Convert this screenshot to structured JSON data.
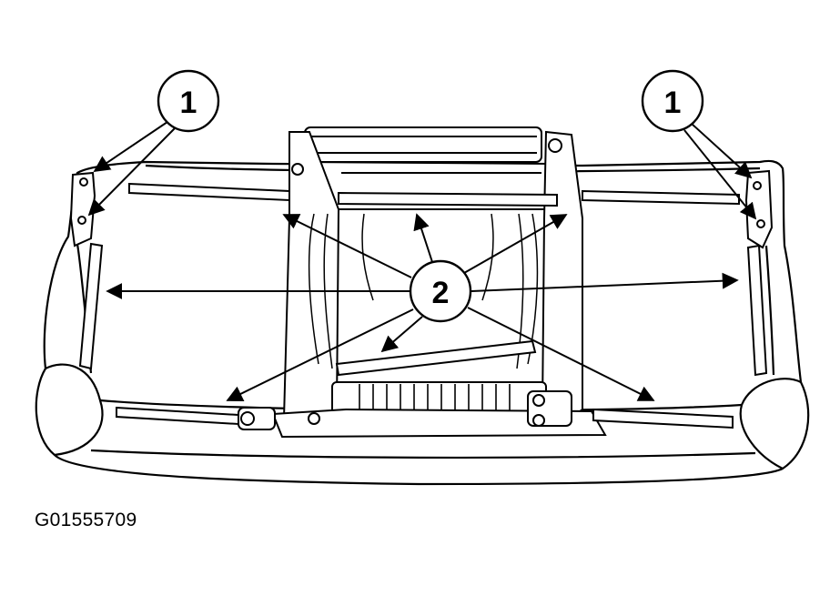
{
  "figure_id": "G01555709",
  "callouts": {
    "one_left": "1",
    "one_right": "1",
    "two": "2"
  },
  "colors": {
    "ink": "#000000",
    "paper": "#ffffff"
  }
}
